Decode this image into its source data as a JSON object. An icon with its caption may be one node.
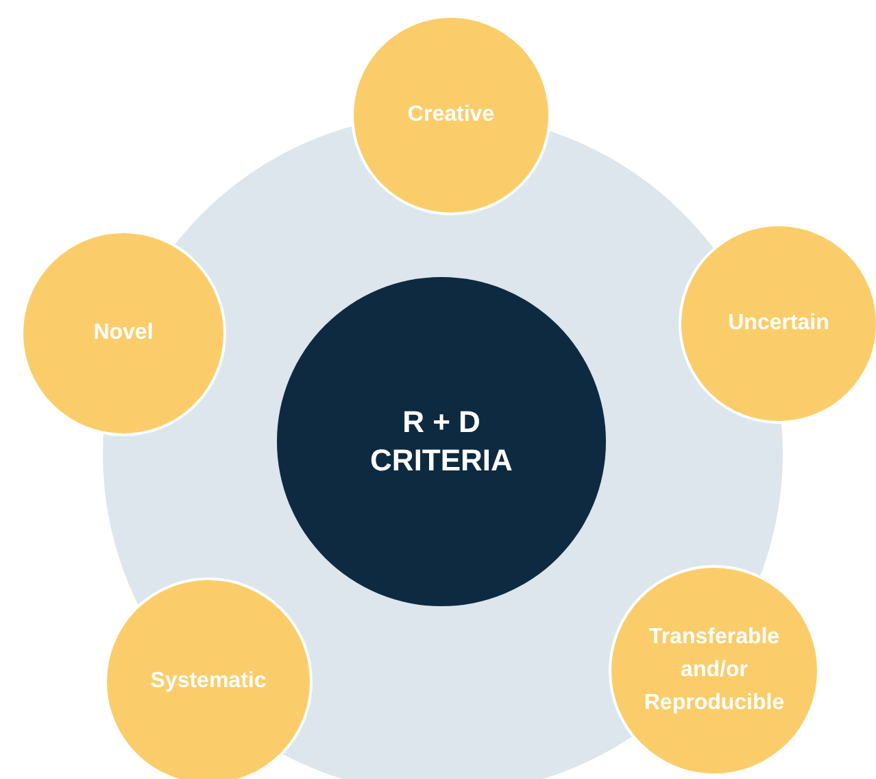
{
  "diagram": {
    "nodes": [
      {
        "text": [
          "R + D CRITERIA"
        ]
      },
      {
        "text": [
          "Creative"
        ]
      },
      {
        "text": [
          "Novel"
        ]
      },
      {
        "text": [
          "Uncertain"
        ]
      },
      {
        "text": [
          "Systematic"
        ]
      },
      {
        "text": [
          "Transferable and/or Reproducible"
        ]
      }
    ]
  }
}
